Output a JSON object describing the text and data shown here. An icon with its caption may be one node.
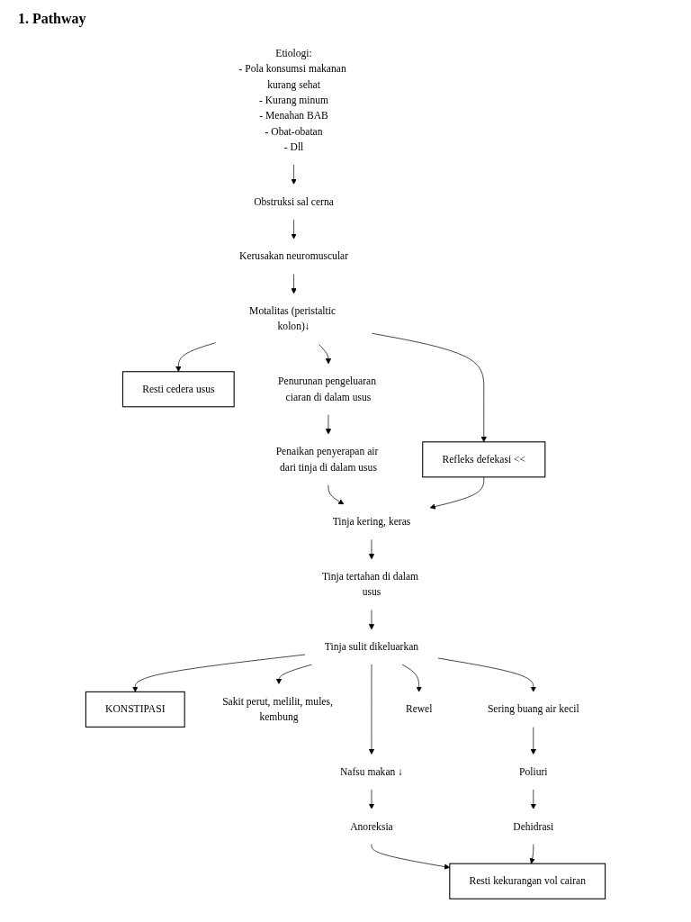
{
  "diagram": {
    "title": "1. Pathway",
    "nodes": [
      {
        "text": [
          "Etiologi:",
          "- Pola konsumsi makanan kurang sehat",
          "- Kurang minum",
          "- Menahan BAB",
          "- Obat-obatan",
          "- Dll"
        ]
      },
      {
        "text": [
          "Obstruksi sal cerna"
        ]
      },
      {
        "text": [
          "Kerusakan neuromuscular"
        ]
      },
      {
        "text": [
          "Motalitas (peristaltic kolon)↓"
        ]
      },
      {
        "text": [
          "Resti cedera usus"
        ]
      },
      {
        "text": [
          "Penurunan pengeluaran ciaran di dalam usus"
        ]
      },
      {
        "text": [
          "Refleks defekasi <<"
        ]
      },
      {
        "text": [
          "Penaikan penyerapan air dari tinja di dalam usus"
        ]
      },
      {
        "text": [
          "Tinja kering, keras"
        ]
      },
      {
        "text": [
          "Tinja tertahan di dalam usus"
        ]
      },
      {
        "text": [
          "Tinja sulit dikeluarkan"
        ]
      },
      {
        "text": [
          "KONSTIPASI"
        ]
      },
      {
        "text": [
          "Sakit perut, melilit, mules, kembung"
        ]
      },
      {
        "text": [
          "Nafsu makan ↓"
        ]
      },
      {
        "text": [
          "Anoreksia"
        ]
      },
      {
        "text": [
          "Sering buang air kecil"
        ]
      },
      {
        "text": [
          "Poliuri"
        ]
      },
      {
        "text": [
          "Dehidrasi"
        ]
      },
      {
        "text": [
          "Rewel"
        ]
      },
      {
        "text": [
          "Resti kekurangan vol cairan"
        ]
      }
    ],
    "edges": [
      {
        "from": 0,
        "to": 1,
        "arrow": "to"
      },
      {
        "from": 1,
        "to": 2,
        "arrow": "to"
      },
      {
        "from": 2,
        "to": 3,
        "arrow": "to"
      },
      {
        "from": 3,
        "to": 4,
        "arrow": "to"
      },
      {
        "from": 3,
        "to": 5,
        "arrow": "to"
      },
      {
        "from": 3,
        "to": 6,
        "arrow": "to"
      },
      {
        "from": 5,
        "to": 7,
        "arrow": "to"
      },
      {
        "from": 7,
        "to": 8,
        "arrow": "to"
      },
      {
        "from": 6,
        "to": 8,
        "arrow": "to"
      },
      {
        "from": 8,
        "to": 9,
        "arrow": "to"
      },
      {
        "from": 9,
        "to": 10,
        "arrow": "to"
      },
      {
        "from": 10,
        "to": 11,
        "arrow": "to"
      },
      {
        "from": 10,
        "to": 12,
        "arrow": "to"
      },
      {
        "from": 10,
        "to": 13,
        "arrow": "to"
      },
      {
        "from": 10,
        "to": 15,
        "arrow": "to"
      },
      {
        "from": 10,
        "to": 18,
        "arrow": "to"
      },
      {
        "from": 13,
        "to": 14,
        "arrow": "to"
      },
      {
        "from": 15,
        "to": 16,
        "arrow": "to"
      },
      {
        "from": 16,
        "to": 17,
        "arrow": "to"
      },
      {
        "from": 14,
        "to": 19,
        "arrow": "to"
      },
      {
        "from": 17,
        "to": 19,
        "arrow": "to"
      }
    ]
  }
}
